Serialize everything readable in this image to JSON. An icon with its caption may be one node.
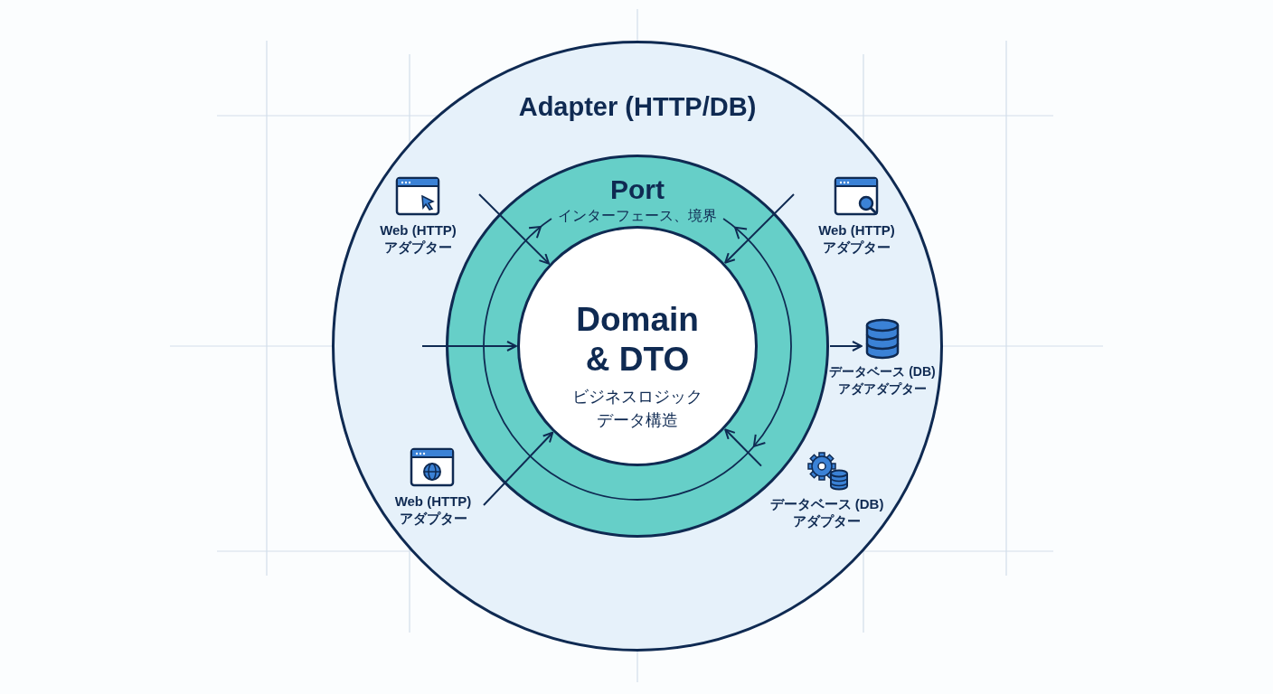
{
  "diagram": {
    "nodes": [
      {
        "text": [
          "Adapter (HTTP/DB)"
        ]
      },
      {
        "text": [
          "Port",
          "インターフェース、境界"
        ],
        "in": 0
      },
      {
        "text": [
          "Domain & DTO",
          "ビジネスロジック",
          "データ構造"
        ],
        "in": 1
      },
      {
        "text": [
          "Web (HTTP) アダプター"
        ],
        "in": 0
      },
      {
        "text": [
          "Web (HTTP) アダプター"
        ],
        "in": 0
      },
      {
        "text": [
          "データベース (DB) アダアダプター"
        ],
        "in": 0
      },
      {
        "text": [
          "Web (HTTP) アダプター"
        ],
        "in": 0
      },
      {
        "text": [
          "データベース (DB) アダプター"
        ],
        "in": 0
      }
    ],
    "edges": [
      {
        "from": null,
        "to": 2,
        "arrow": "to"
      },
      {
        "from": null,
        "to": 2,
        "arrow": "to"
      },
      {
        "from": 6,
        "to": 2,
        "arrow": "to"
      },
      {
        "from": null,
        "to": 2,
        "arrow": "to"
      },
      {
        "from": 1,
        "to": 5,
        "arrow": "to"
      },
      {
        "from": 7,
        "to": 2,
        "arrow": "to"
      }
    ]
  }
}
